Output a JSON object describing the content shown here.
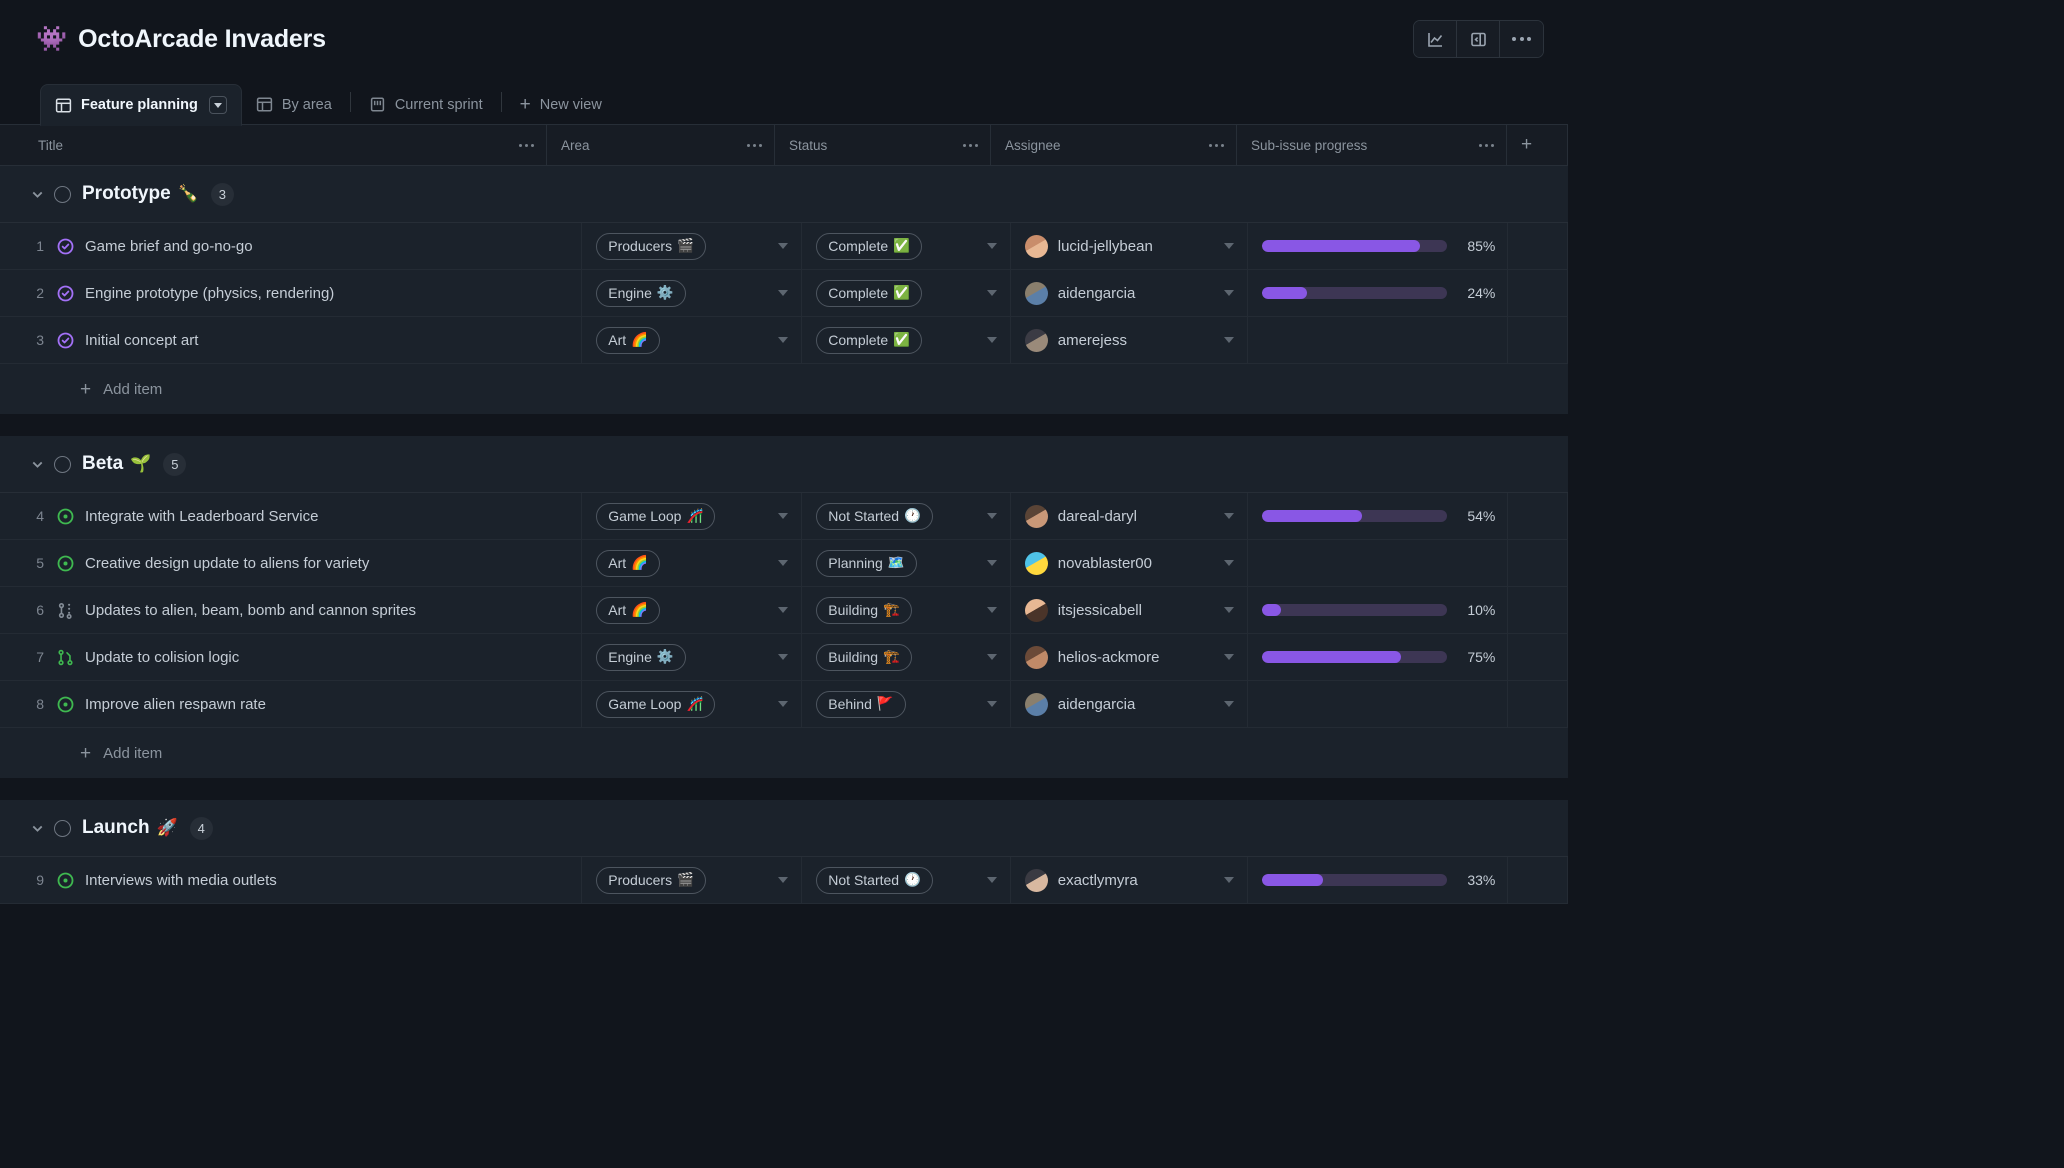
{
  "header": {
    "emoji": "👾",
    "title": "OctoArcade Invaders",
    "actions": [
      {
        "name": "insights-button",
        "label": "Insights"
      },
      {
        "name": "toggle-sidebar-button",
        "label": "Toggle sidebar"
      },
      {
        "name": "more-options-button",
        "label": "More options"
      }
    ]
  },
  "tabs": [
    {
      "label": "Feature planning",
      "icon": "table-icon",
      "active": true,
      "has_caret": true
    },
    {
      "label": "By area",
      "icon": "table-icon",
      "active": false,
      "has_caret": false
    },
    {
      "label": "Current sprint",
      "icon": "board-icon",
      "active": false,
      "has_caret": false
    }
  ],
  "new_view": {
    "label": "New view",
    "icon": "plus-icon"
  },
  "columns": [
    {
      "key": "title",
      "label": "Title"
    },
    {
      "key": "area",
      "label": "Area"
    },
    {
      "key": "status",
      "label": "Status"
    },
    {
      "key": "assignee",
      "label": "Assignee"
    },
    {
      "key": "progress",
      "label": "Sub-issue progress"
    }
  ],
  "add_item_label": "Add item",
  "groups": [
    {
      "name": "Prototype",
      "emoji": "🍾",
      "count": "3",
      "rows": [
        {
          "index": "1",
          "title": "Game brief and go-no-go",
          "issue_type": "closed-issue",
          "area": "Producers",
          "area_emoji": "🎬",
          "status": "Complete",
          "status_emoji": "✅",
          "assignee": "lucid-jellybean",
          "avatar_colors": [
            "#c98d6b",
            "#e8b894"
          ],
          "progress": 85,
          "progress_label": "85%"
        },
        {
          "index": "2",
          "title": "Engine prototype (physics, rendering)",
          "issue_type": "closed-issue",
          "area": "Engine",
          "area_emoji": "⚙️",
          "status": "Complete",
          "status_emoji": "✅",
          "assignee": "aidengarcia",
          "avatar_colors": [
            "#8a7f6d",
            "#5b7fa8"
          ],
          "progress": 24,
          "progress_label": "24%"
        },
        {
          "index": "3",
          "title": "Initial concept art",
          "issue_type": "closed-issue",
          "area": "Art",
          "area_emoji": "🌈",
          "status": "Complete",
          "status_emoji": "✅",
          "assignee": "amerejess",
          "avatar_colors": [
            "#3b3b44",
            "#9a8a7a"
          ],
          "progress": null,
          "progress_label": ""
        }
      ]
    },
    {
      "name": "Beta",
      "emoji": "🌱",
      "count": "5",
      "rows": [
        {
          "index": "4",
          "title": "Integrate with Leaderboard Service",
          "issue_type": "open-issue",
          "area": "Game Loop",
          "area_emoji": "🎢",
          "status": "Not Started",
          "status_emoji": "🕐",
          "assignee": "dareal-daryl",
          "avatar_colors": [
            "#5a4436",
            "#c99878"
          ],
          "progress": 54,
          "progress_label": "54%"
        },
        {
          "index": "5",
          "title": "Creative design update to aliens for variety",
          "issue_type": "open-issue",
          "area": "Art",
          "area_emoji": "🌈",
          "status": "Planning",
          "status_emoji": "🗺️",
          "assignee": "novablaster00",
          "avatar_colors": [
            "#4fc3e8",
            "#ffd83d"
          ],
          "progress": null,
          "progress_label": ""
        },
        {
          "index": "6",
          "title": "Updates to alien, beam, bomb and cannon sprites",
          "issue_type": "draft-issue",
          "area": "Art",
          "area_emoji": "🌈",
          "status": "Building",
          "status_emoji": "🏗️",
          "assignee": "itsjessicabell",
          "avatar_colors": [
            "#e8b894",
            "#4a3429"
          ],
          "progress": 10,
          "progress_label": "10%"
        },
        {
          "index": "7",
          "title": "Update to colision logic",
          "issue_type": "pull-request",
          "area": "Engine",
          "area_emoji": "⚙️",
          "status": "Building",
          "status_emoji": "🏗️",
          "assignee": "helios-ackmore",
          "avatar_colors": [
            "#6b4a38",
            "#c08a68"
          ],
          "progress": 75,
          "progress_label": "75%"
        },
        {
          "index": "8",
          "title": "Improve alien respawn rate",
          "issue_type": "open-issue",
          "area": "Game Loop",
          "area_emoji": "🎢",
          "status": "Behind",
          "status_emoji": "🚩",
          "assignee": "aidengarcia",
          "avatar_colors": [
            "#8a7f6d",
            "#5b7fa8"
          ],
          "progress": null,
          "progress_label": ""
        }
      ]
    },
    {
      "name": "Launch",
      "emoji": "🚀",
      "count": "4",
      "rows": [
        {
          "index": "9",
          "title": "Interviews with media outlets",
          "issue_type": "open-issue",
          "area": "Producers",
          "area_emoji": "🎬",
          "status": "Not Started",
          "status_emoji": "🕐",
          "assignee": "exactlymyra",
          "avatar_colors": [
            "#3a3a42",
            "#d8b8a0"
          ],
          "progress": 33,
          "progress_label": "33%"
        }
      ]
    }
  ],
  "colors": {
    "accent_purple": "#8957e5",
    "progress_track": "#3d3654",
    "closed_issue": "#a371f7",
    "open_issue": "#3fb950",
    "draft_issue": "#848d97",
    "page_bg": "#11151c",
    "row_bg": "#1b222b"
  }
}
